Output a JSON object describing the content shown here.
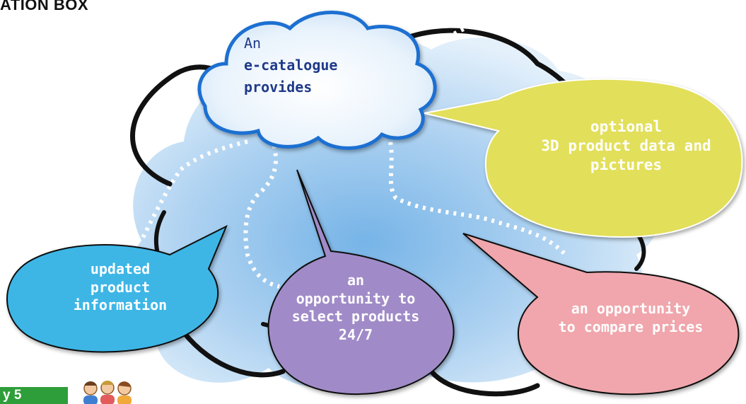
{
  "header": {
    "title": "ATION BOX"
  },
  "diagram": {
    "central_cloud": {
      "lines": [
        "An",
        "e-catalogue",
        "provides"
      ]
    },
    "callouts": [
      {
        "id": "yellow",
        "color": "#e2df5a",
        "lines": [
          "optional",
          "3D product data and",
          "pictures"
        ]
      },
      {
        "id": "blue",
        "color": "#3db6e6",
        "lines": [
          "updated",
          "product",
          "information"
        ]
      },
      {
        "id": "purple",
        "color": "#a08bc8",
        "lines": [
          "an",
          "opportunity to",
          "select products",
          "24/7"
        ]
      },
      {
        "id": "pink",
        "color": "#f0a6ac",
        "lines": [
          "an opportunity",
          "to compare prices"
        ]
      }
    ],
    "colors": {
      "sky_cloud": "#bcd9f1",
      "small_cloud_border": "#1f6fd1",
      "outline": "#111111",
      "main_text": "#1f3a8a"
    }
  },
  "footer": {
    "badge": "y 5",
    "icon": "people-group-icon"
  }
}
